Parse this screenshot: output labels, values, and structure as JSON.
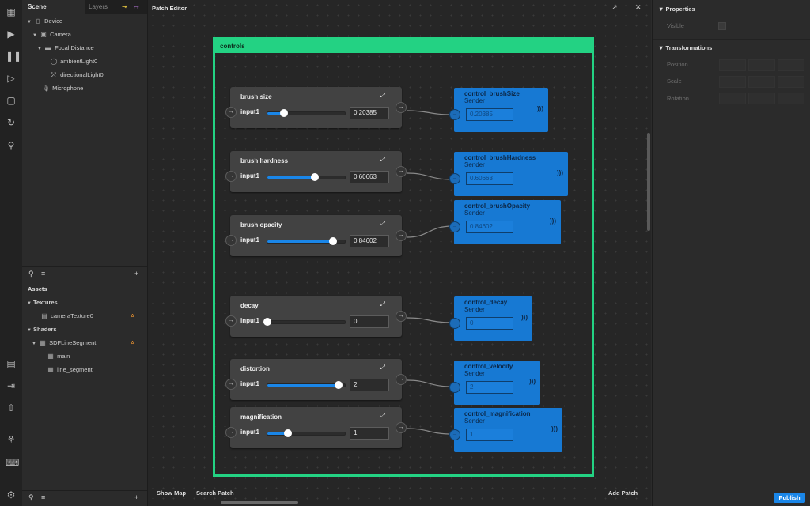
{
  "scene_panel": {
    "tabs": [
      "Scene",
      "Layers"
    ],
    "tree": [
      {
        "label": "Device",
        "icon": "phone-icon"
      },
      {
        "label": "Camera",
        "icon": "camera-icon"
      },
      {
        "label": "Focal Distance",
        "icon": "focal-distance-icon"
      },
      {
        "label": "ambientLight0",
        "icon": "ambient-light-icon"
      },
      {
        "label": "directionalLight0",
        "icon": "directional-light-icon"
      },
      {
        "label": "Microphone",
        "icon": "microphone-icon"
      }
    ],
    "assets": {
      "title": "Assets",
      "textures_label": "Textures",
      "texture_item": "cameraTexture0",
      "shaders_label": "Shaders",
      "shader_item": "SDFLineSegment",
      "shader_children": [
        "main",
        "line_segment"
      ],
      "badge": "A"
    }
  },
  "patch_editor": {
    "title": "Patch Editor",
    "group_title": "controls",
    "nodes": [
      {
        "title": "brush size",
        "input_label": "input1",
        "value": "0.20385",
        "slider": 0.21
      },
      {
        "title": "brush hardness",
        "input_label": "input1",
        "value": "0.60663",
        "slider": 0.61
      },
      {
        "title": "brush opacity",
        "input_label": "input1",
        "value": "0.84602",
        "slider": 0.85
      },
      {
        "title": "decay",
        "input_label": "input1",
        "value": "0",
        "slider": 0.0
      },
      {
        "title": "distortion",
        "input_label": "input1",
        "value": "2",
        "slider": 0.92
      },
      {
        "title": "magnification",
        "input_label": "input1",
        "value": "1",
        "slider": 0.27
      }
    ],
    "senders": [
      {
        "title": "control_brushSize",
        "subtitle": "Sender",
        "value": "0.20385"
      },
      {
        "title": "control_brushHardness",
        "subtitle": "Sender",
        "value": "0.60663"
      },
      {
        "title": "control_brushOpacity",
        "subtitle": "Sender",
        "value": "0.84602"
      },
      {
        "title": "control_decay",
        "subtitle": "Sender",
        "value": "0"
      },
      {
        "title": "control_velocity",
        "subtitle": "Sender",
        "value": "2"
      },
      {
        "title": "control_magnification",
        "subtitle": "Sender",
        "value": "1"
      }
    ],
    "bottom": {
      "show_map": "Show Map",
      "search_patch": "Search Patch",
      "add_patch": "Add Patch"
    }
  },
  "properties_panel": {
    "properties_title": "Properties",
    "visible_label": "Visible",
    "transformations_title": "Transformations",
    "position_label": "Position",
    "scale_label": "Scale",
    "rotation_label": "Rotation",
    "publish_label": "Publish"
  },
  "colors": {
    "group_accent": "#23d283",
    "sender_blue": "#1779d3",
    "slider_fill": "#1a86e8",
    "asset_badge": "#e8912f",
    "publish_button": "#1a86e8"
  }
}
